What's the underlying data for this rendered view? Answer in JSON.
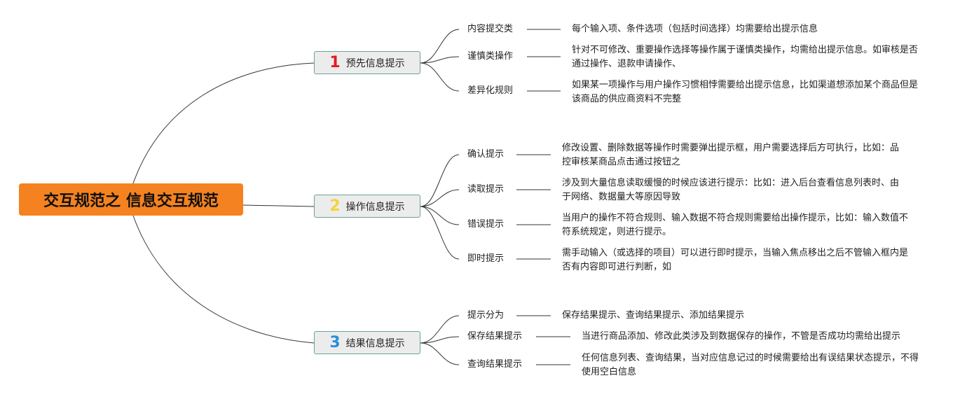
{
  "root": {
    "title": "交互规范之 信息交互规范"
  },
  "branches": [
    {
      "num": "1",
      "num_color": "#e31b23",
      "label": "预先信息提示",
      "children": [
        {
          "label": "内容提交类",
          "desc": "每个输入项、条件选项（包括时间选择）均需要给出提示信息"
        },
        {
          "label": "谨慎类操作",
          "desc": "针对不可修改、重要操作选择等操作属于谨慎类操作，均需给出提示信息。如审核是否通过操作、退款申请操作、"
        },
        {
          "label": "差异化规则",
          "desc": "如果某一项操作与用户操作习惯相悖需要给出提示信息，比如渠道想添加某个商品但是该商品的供应商资料不完整"
        }
      ]
    },
    {
      "num": "2",
      "num_color": "#f5d33c",
      "label": "操作信息提示",
      "children": [
        {
          "label": "确认提示",
          "desc": "修改设置、删除数据等操作时需要弹出提示框，用户需要选择后方可执行，比如：品控审核某商品点击通过按钮之"
        },
        {
          "label": "读取提示",
          "desc": "涉及到大量信息读取缓慢的时候应该进行提示：比如：进入后台查看信息列表时、由于网络、数据量大等原因导致"
        },
        {
          "label": "错误提示",
          "desc": "当用户的操作不符合规则、输入数据不符合规则需要给出操作提示，比如：输入数值不符系统规定，则进行提示。"
        },
        {
          "label": "即时提示",
          "desc": "需手动输入（或选择的项目）可以进行即时提示，当输入焦点移出之后不管输入框内是否有内容即可进行判断，如"
        }
      ]
    },
    {
      "num": "3",
      "num_color": "#2b8fd6",
      "label": "结果信息提示",
      "children": [
        {
          "label": "提示分为",
          "desc": "保存结果提示、查询结果提示、添加结果提示"
        },
        {
          "label": "保存结果提示",
          "desc": "当进行商品添加、修改此类涉及到数据保存的操作，不管是否成功均需给出提示"
        },
        {
          "label": "查询结果提示",
          "desc": "任何信息列表、查询结果，当对应信息记过的时候需要给出有误结果状态提示，不得使用空白信息"
        }
      ]
    }
  ]
}
